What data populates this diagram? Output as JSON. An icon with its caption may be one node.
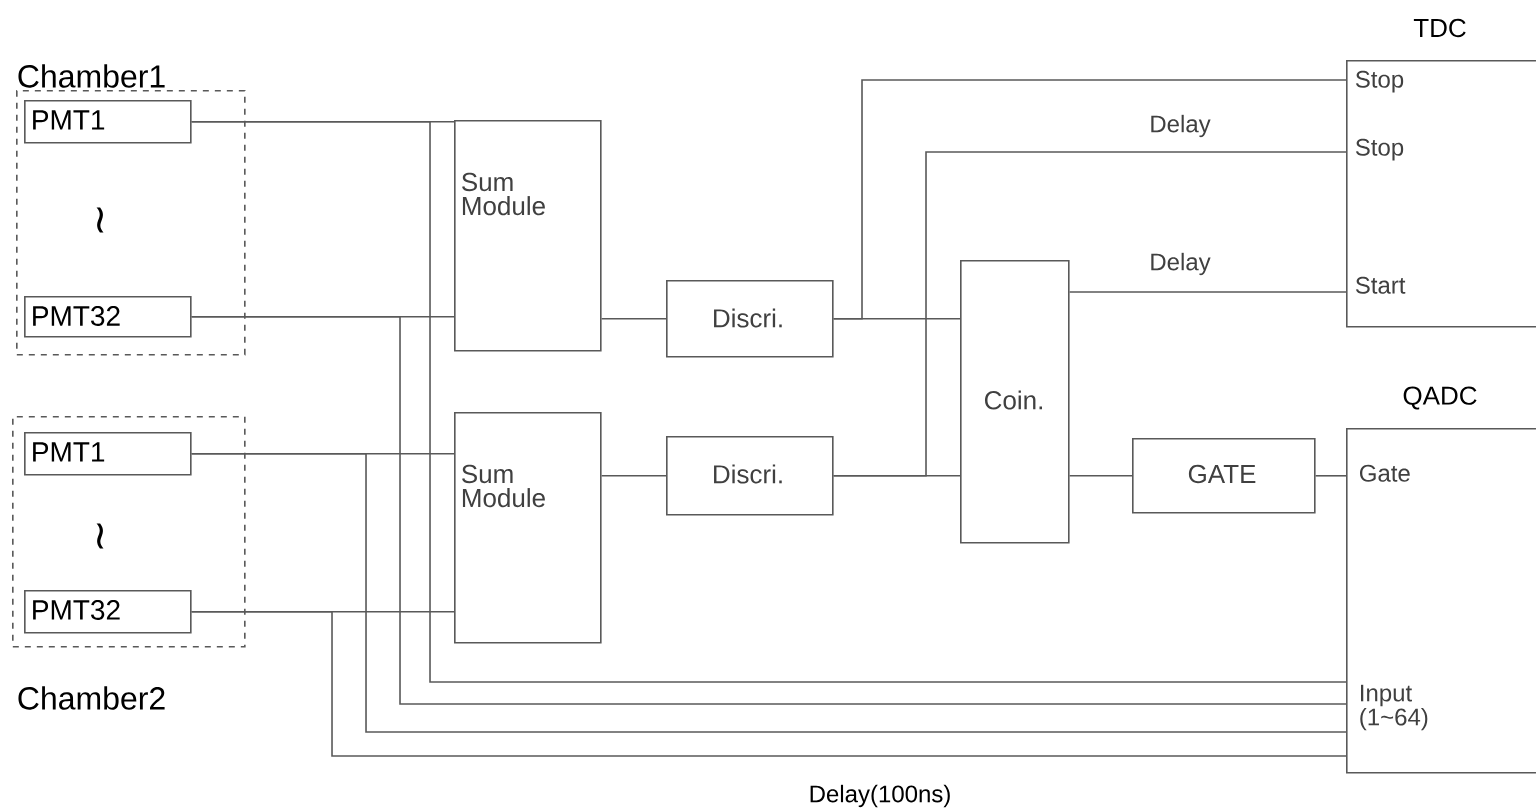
{
  "diagram": {
    "nodes": [
      {
        "text": [
          "Chamber1"
        ]
      },
      {
        "text": [
          "PMT1"
        ],
        "in": 0
      },
      {
        "text": [
          "PMT32"
        ],
        "in": 0
      },
      {
        "text": [
          "Chamber2"
        ]
      },
      {
        "text": [
          "PMT1"
        ],
        "in": 3
      },
      {
        "text": [
          "PMT32"
        ],
        "in": 3
      },
      {
        "text": [
          "Sum Module"
        ]
      },
      {
        "text": [
          "Sum Module"
        ]
      },
      {
        "text": [
          "Discri."
        ]
      },
      {
        "text": [
          "Discri."
        ]
      },
      {
        "text": [
          "Coin."
        ]
      },
      {
        "text": [
          "GATE"
        ]
      },
      {
        "text": [
          "TDC",
          "Stop",
          "Stop",
          "Start"
        ]
      },
      {
        "text": [
          "QADC",
          "Gate",
          "Input (1~64)"
        ]
      }
    ],
    "edges": [
      {
        "from": 1,
        "to": 6,
        "arrow": "none"
      },
      {
        "from": 2,
        "to": 6,
        "arrow": "none"
      },
      {
        "from": 4,
        "to": 7,
        "arrow": "none"
      },
      {
        "from": 5,
        "to": 7,
        "arrow": "none"
      },
      {
        "from": 1,
        "to": 13,
        "arrow": "none"
      },
      {
        "from": 2,
        "to": 13,
        "arrow": "none"
      },
      {
        "from": 4,
        "to": 13,
        "arrow": "none"
      },
      {
        "from": 5,
        "to": 13,
        "arrow": "none"
      },
      {
        "from": 6,
        "to": 8,
        "arrow": "none"
      },
      {
        "from": 7,
        "to": 9,
        "arrow": "none"
      },
      {
        "from": 8,
        "to": 12,
        "arrow": "none"
      },
      {
        "from": 8,
        "to": 10,
        "arrow": "none"
      },
      {
        "from": 9,
        "to": 12,
        "arrow": "none",
        "label": "Delay"
      },
      {
        "from": 9,
        "to": 10,
        "arrow": "none"
      },
      {
        "from": 10,
        "to": 12,
        "arrow": "none",
        "label": "Delay"
      },
      {
        "from": 10,
        "to": 11,
        "arrow": "none"
      },
      {
        "from": 11,
        "to": 13,
        "arrow": "none"
      }
    ],
    "labels": [
      "≀",
      "≀",
      "Delay(100ns)"
    ]
  }
}
